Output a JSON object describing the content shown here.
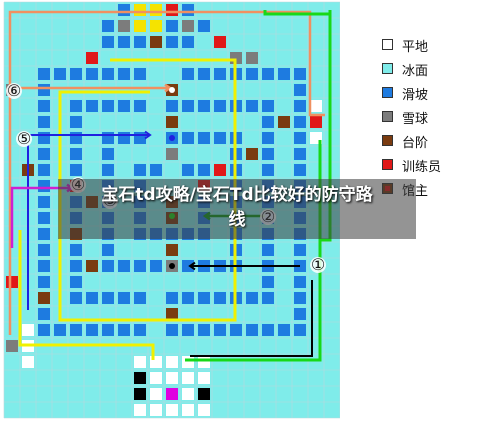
{
  "banner": {
    "title_line1": "宝石td攻略/宝石Td比较好的防守路",
    "title_line2": "线"
  },
  "legend": [
    {
      "label": "平地",
      "color": "#ffffff",
      "icon": "flat-ground"
    },
    {
      "label": "冰面",
      "color": "#7fecea",
      "icon": "ice-surface"
    },
    {
      "label": "滑坡",
      "color": "#1e7be0",
      "icon": "slope"
    },
    {
      "label": "雪球",
      "color": "#7c7c7c",
      "icon": "snowball"
    },
    {
      "label": "台阶",
      "color": "#7a3b10",
      "icon": "step"
    },
    {
      "label": "训练员",
      "color": "#e01818",
      "icon": "trainer"
    },
    {
      "label": "馆主",
      "color": "#7a3b10",
      "core": "#e01818",
      "icon": "gym-leader"
    }
  ],
  "route_markers": [
    "⑥",
    "⑤",
    "④",
    "③",
    "②",
    "①"
  ],
  "colors": {
    "ice": "#7fecea",
    "slope": "#1e7be0",
    "snowball": "#7c7c7c",
    "step": "#7a3b10",
    "trainer": "#e01818",
    "flat": "#ffffff",
    "yellow": "#f5e300",
    "magenta": "#e000e0",
    "path_green": "#18d818",
    "path_yellow": "#f0f000",
    "path_orange": "#f09060",
    "path_blue": "#2020e0",
    "path_magenta": "#d020d0",
    "path_black": "#000000"
  }
}
